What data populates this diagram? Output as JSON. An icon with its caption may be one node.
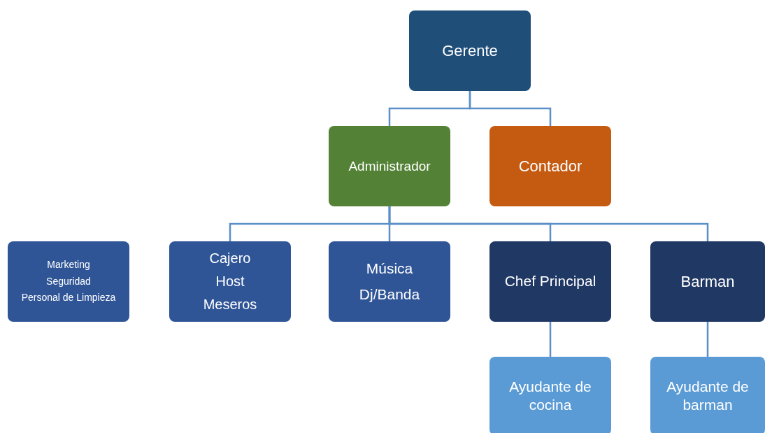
{
  "diagram": {
    "nodes": [
      {
        "text": [
          "Gerente"
        ]
      },
      {
        "text": [
          "Administrador"
        ]
      },
      {
        "text": [
          "Contador"
        ]
      },
      {
        "text": [
          "Marketing",
          "Seguridad",
          "Personal de Limpieza"
        ]
      },
      {
        "text": [
          "Cajero",
          "Host",
          "Meseros"
        ]
      },
      {
        "text": [
          "Música",
          "Dj/Banda"
        ]
      },
      {
        "text": [
          "Chef Principal"
        ]
      },
      {
        "text": [
          "Barman"
        ]
      },
      {
        "text": [
          "Ayudante de cocina"
        ]
      },
      {
        "text": [
          "Ayudante de barman"
        ]
      }
    ],
    "edges": [
      {
        "from": 0,
        "to": 1,
        "arrow": "none"
      },
      {
        "from": 0,
        "to": 2,
        "arrow": "none"
      },
      {
        "from": 1,
        "to": 4,
        "arrow": "none"
      },
      {
        "from": 1,
        "to": 5,
        "arrow": "none"
      },
      {
        "from": 1,
        "to": 6,
        "arrow": "none"
      },
      {
        "from": 1,
        "to": 7,
        "arrow": "none"
      },
      {
        "from": 6,
        "to": 8,
        "arrow": "none"
      },
      {
        "from": 7,
        "to": 9,
        "arrow": "none"
      }
    ]
  }
}
